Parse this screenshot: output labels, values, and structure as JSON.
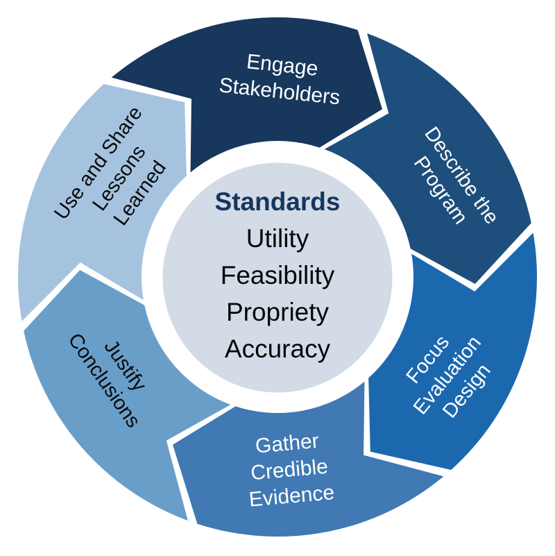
{
  "diagram": {
    "kind": "program-evaluation-cycle",
    "background": "#FFFFFF",
    "gap_color": "#FFFFFF"
  },
  "center": {
    "heading": "Standards",
    "items": [
      "Utility",
      "Feasibility",
      "Propriety",
      "Accuracy"
    ],
    "fill": "#D2DBE6",
    "border_color": "#FFFFFF",
    "heading_color": "#17365D",
    "item_color": "#060606"
  },
  "segments": [
    {
      "id": "engage-stakeholders",
      "lines": [
        "Engage",
        "Stakeholders"
      ],
      "fill": "#17375C",
      "text_color": "#FFFFFF"
    },
    {
      "id": "describe-the-program",
      "lines": [
        "Describe the",
        "Program"
      ],
      "fill": "#1E4E7C",
      "text_color": "#FFFFFF"
    },
    {
      "id": "focus-evaluation-design",
      "lines": [
        "Focus",
        "Evaluation",
        "Design"
      ],
      "fill": "#1C68AF",
      "text_color": "#FFFFFF"
    },
    {
      "id": "gather-credible-evidence",
      "lines": [
        "Gather",
        "Credible",
        "Evidence"
      ],
      "fill": "#4079B3",
      "text_color": "#FFFFFF"
    },
    {
      "id": "justify-conclusions",
      "lines": [
        "Justify",
        "Conclusions"
      ],
      "fill": "#699EC9",
      "text_color": "#0A0A0A"
    },
    {
      "id": "use-and-share-lessons-learned",
      "lines": [
        "Use and Share",
        "Lessons",
        "Learned"
      ],
      "fill": "#A5C3DF",
      "text_color": "#0A0A0A"
    }
  ]
}
